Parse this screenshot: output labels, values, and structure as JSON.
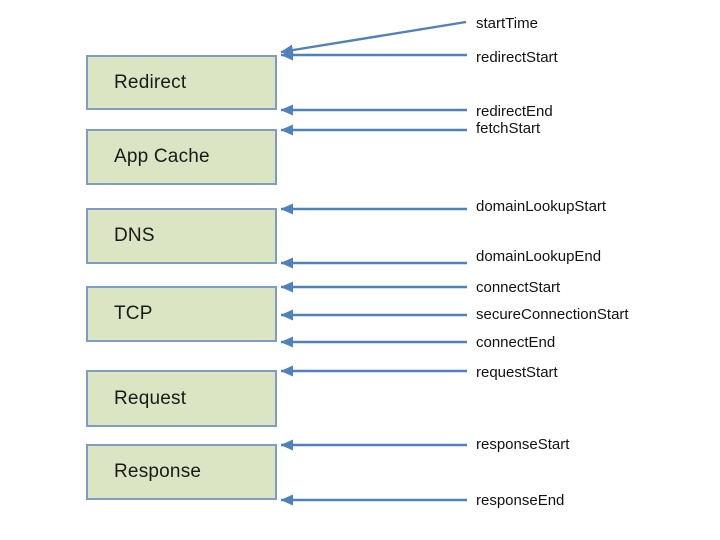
{
  "diagram": {
    "boxes": [
      {
        "label": "Redirect"
      },
      {
        "label": "App Cache"
      },
      {
        "label": "DNS"
      },
      {
        "label": "TCP"
      },
      {
        "label": "Request"
      },
      {
        "label": "Response"
      }
    ],
    "markers": [
      {
        "label": "startTime"
      },
      {
        "label": "redirectStart"
      },
      {
        "label": "redirectEnd"
      },
      {
        "label": "fetchStart"
      },
      {
        "label": "domainLookupStart"
      },
      {
        "label": "domainLookupEnd"
      },
      {
        "label": "connectStart"
      },
      {
        "label": "secureConnectionStart"
      },
      {
        "label": "connectEnd"
      },
      {
        "label": "requestStart"
      },
      {
        "label": "responseStart"
      },
      {
        "label": "responseEnd"
      }
    ],
    "colors": {
      "box_fill": "#dbe5c3",
      "box_border": "#7f9cc4",
      "arrow": "#4f81bd",
      "text": "#1a1a1a",
      "background": "#ffffff"
    }
  }
}
